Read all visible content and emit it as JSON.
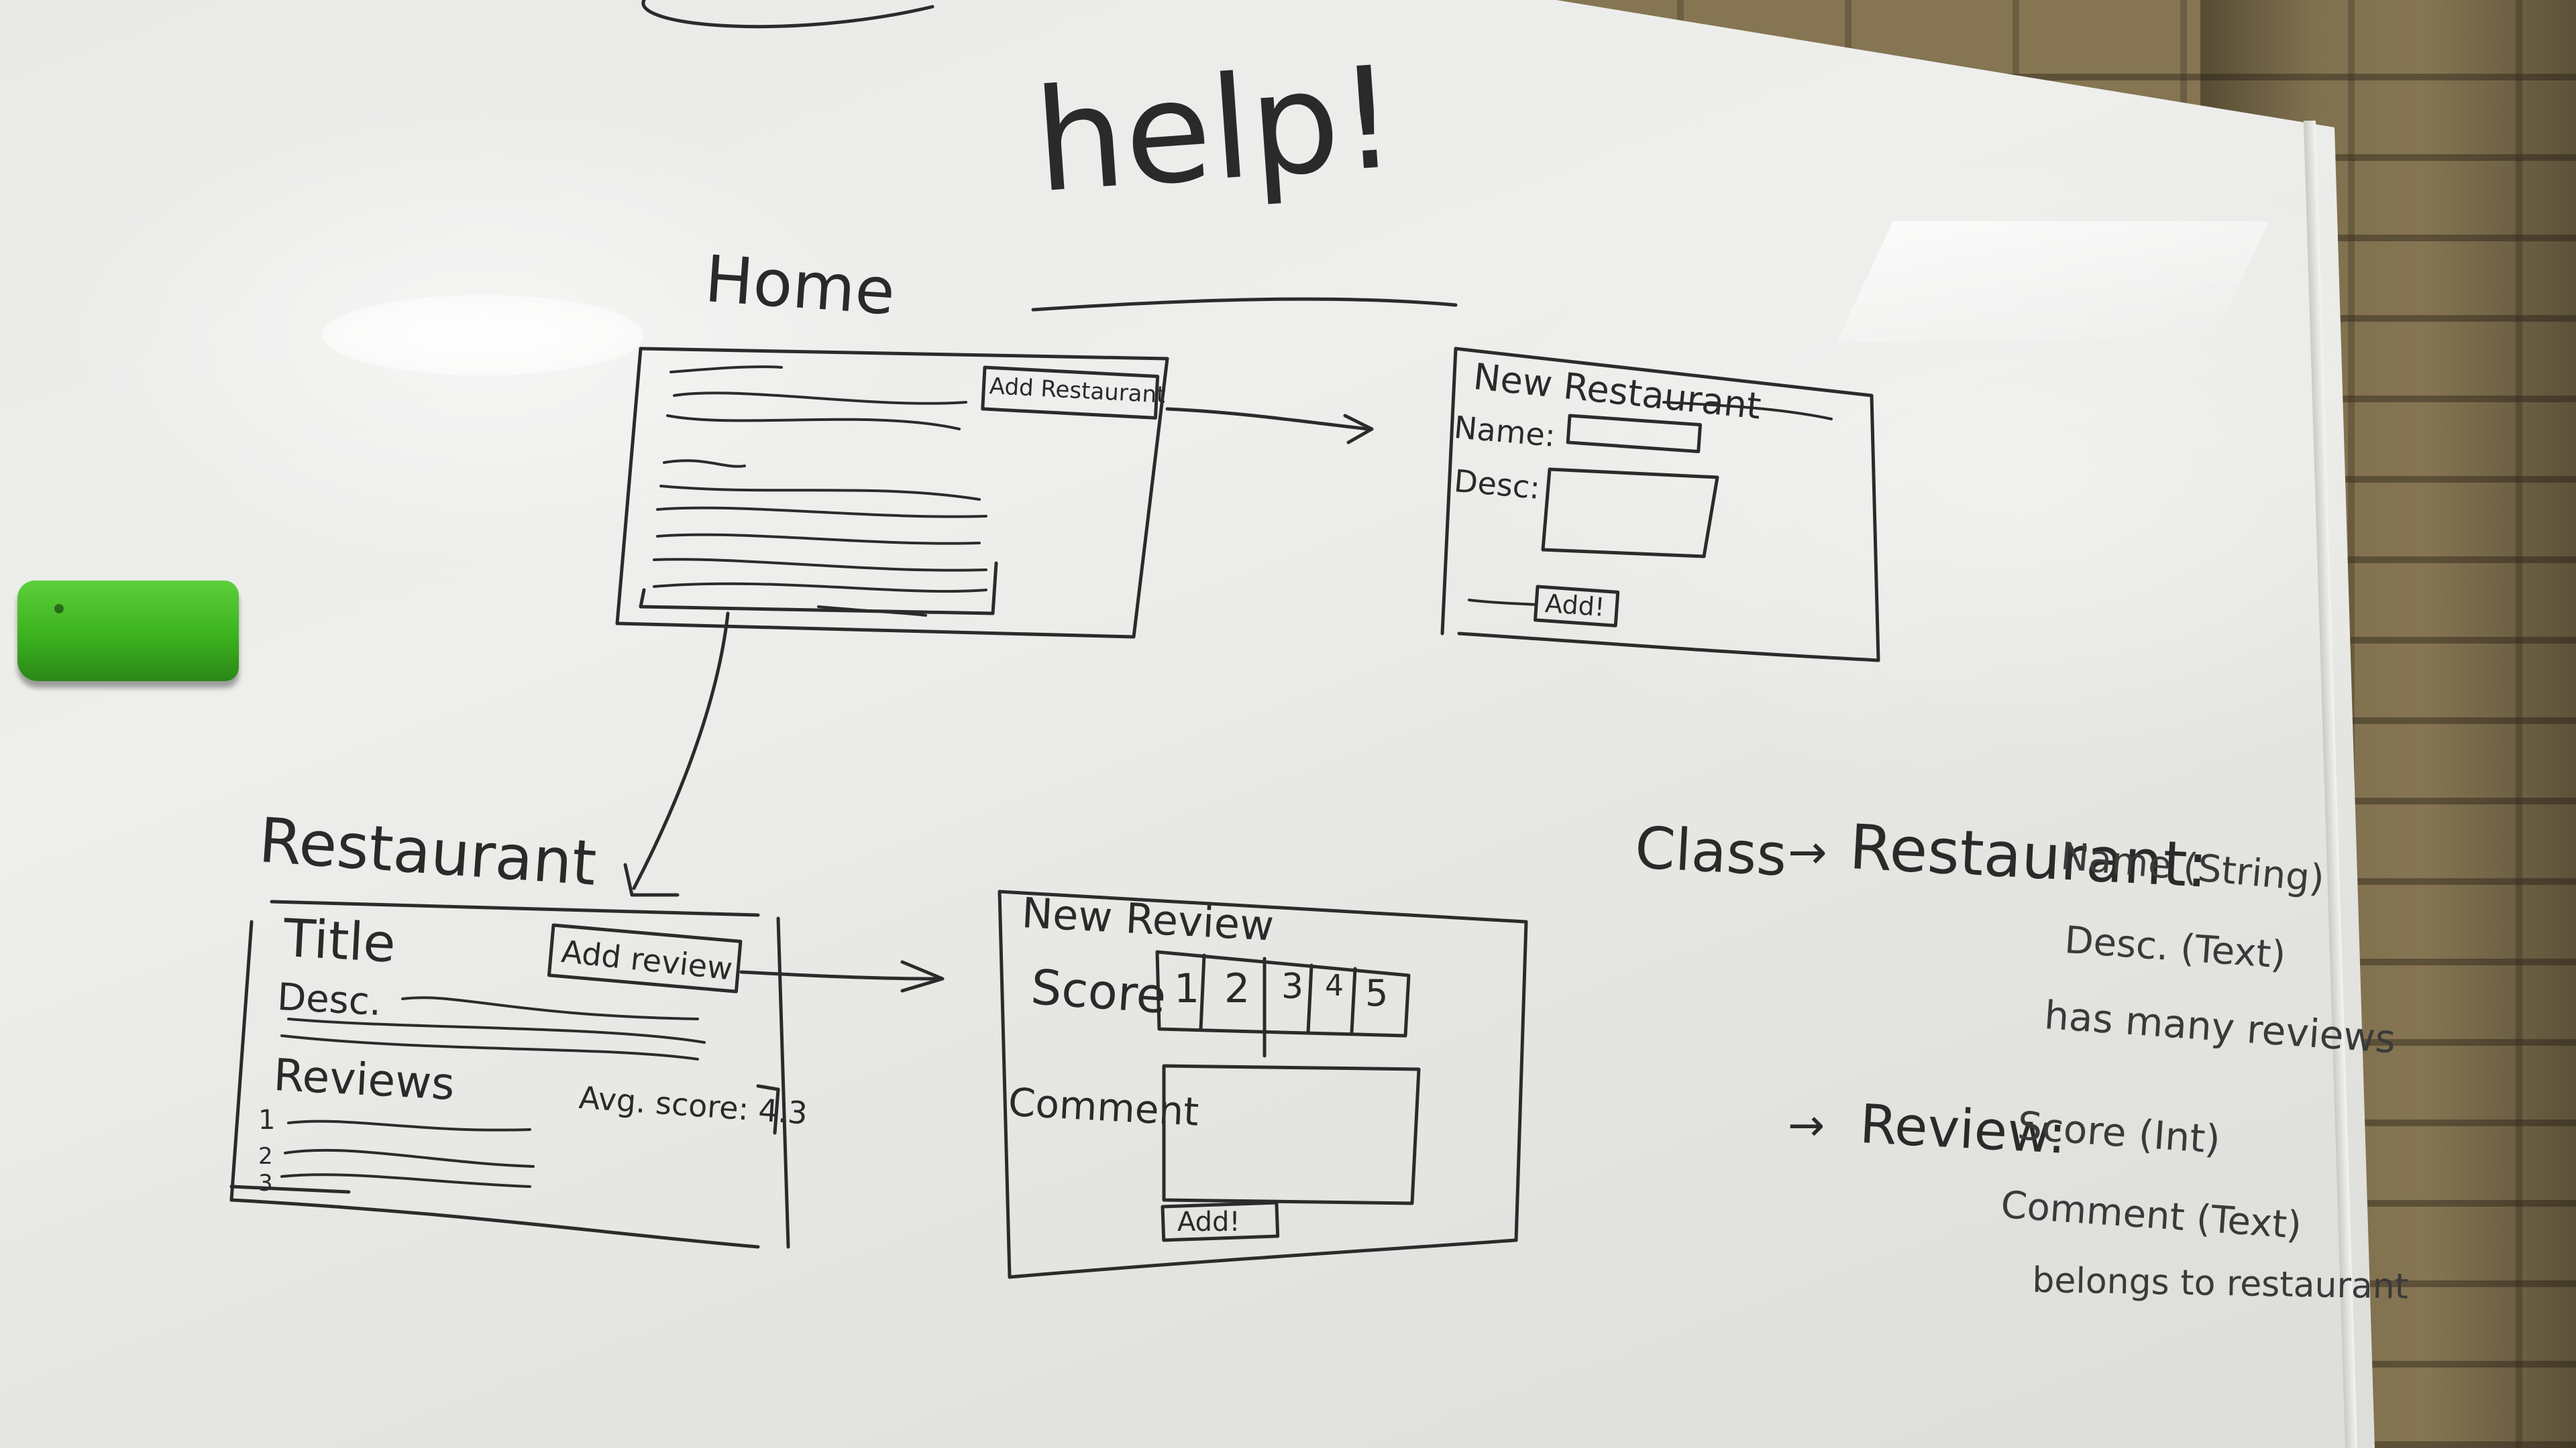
{
  "whiteboard": {
    "heading": "help!",
    "home": {
      "title": "Home",
      "add_button": "Add Restaurant"
    },
    "new_restaurant": {
      "title": "New Restaurant",
      "name_label": "Name:",
      "desc_label": "Desc:",
      "add_button": "Add!"
    },
    "restaurant": {
      "title": "Restaurant",
      "page_title": "Title",
      "add_button": "Add review",
      "desc_label": "Desc.",
      "reviews_label": "Reviews",
      "avg_score": "Avg. score: 4.3",
      "review_numbers": [
        "1",
        "2",
        "3"
      ]
    },
    "new_review": {
      "title": "New Review",
      "score_label": "Score",
      "scores": [
        "1",
        "2",
        "3",
        "4",
        "5"
      ],
      "comment_label": "Comment",
      "add_button": "Add!"
    },
    "notes": {
      "class_line": "Class",
      "restaurant_class": "Restaurant:",
      "restaurant_fields": [
        "Name (String)",
        "Desc. (Text)",
        "has many reviews"
      ],
      "review_class": "Review:",
      "review_fields": [
        "Score (Int)",
        "Comment (Text)",
        "belongs to restaurant"
      ]
    }
  }
}
